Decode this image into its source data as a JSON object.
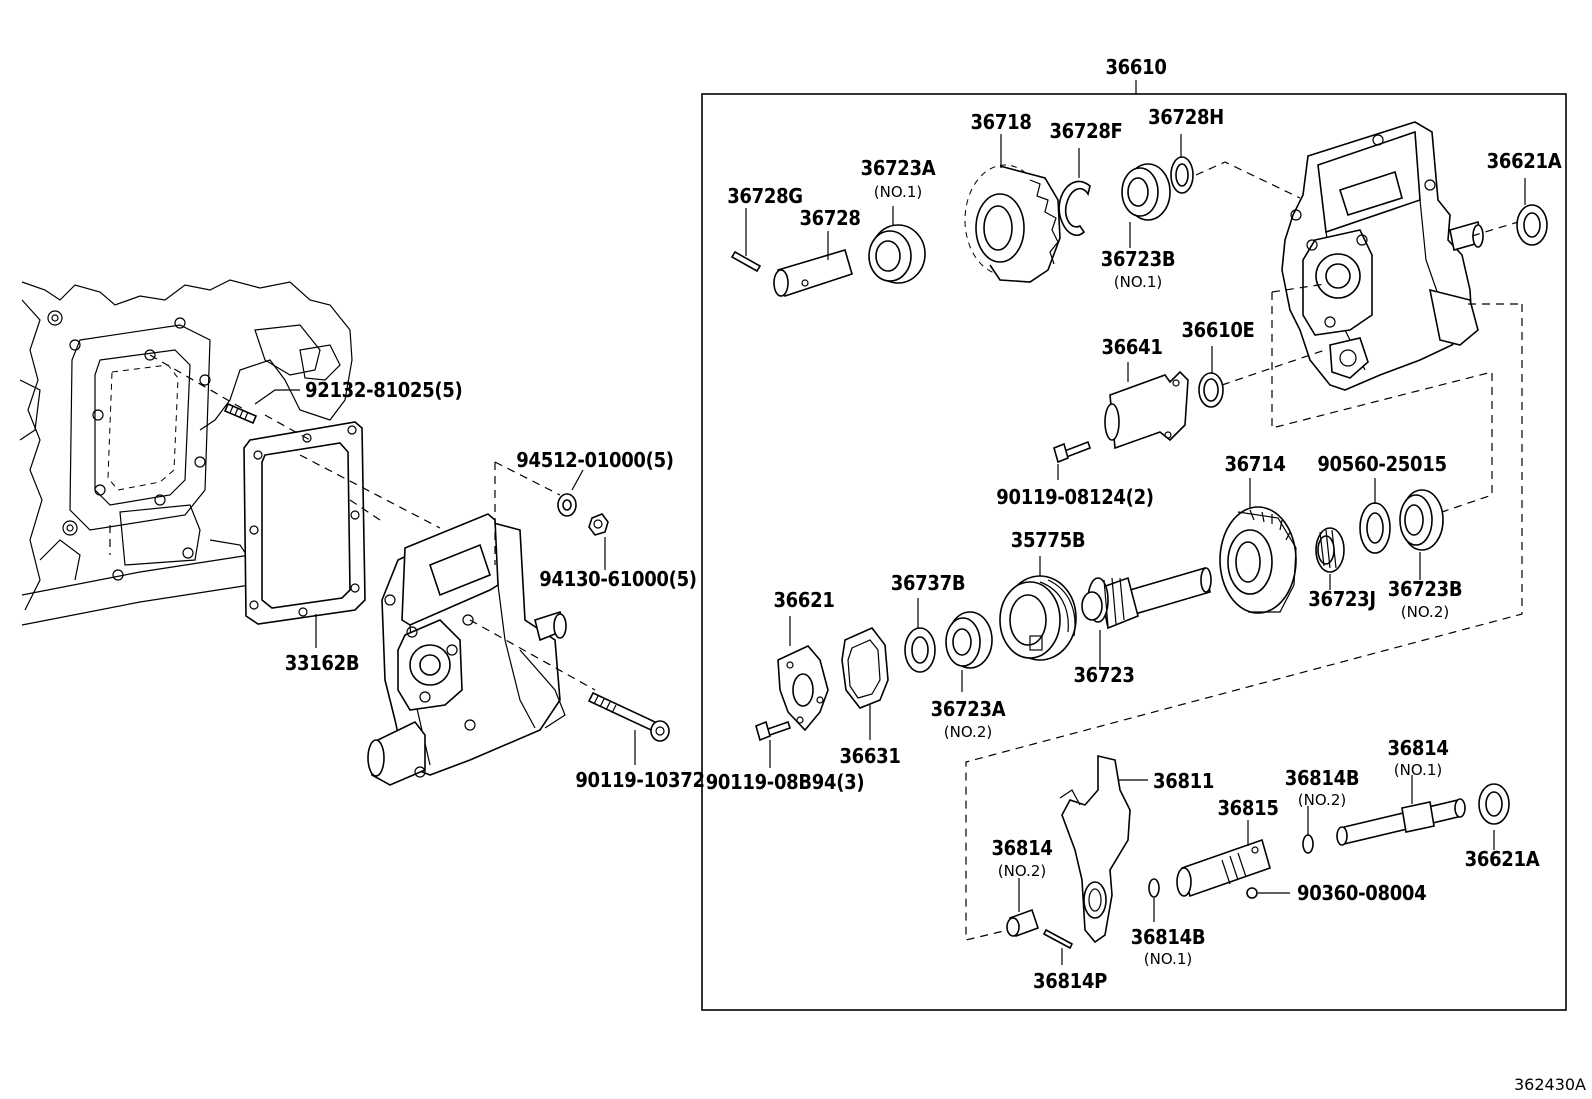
{
  "diagram": {
    "code": "362430A",
    "callouts": {
      "c36610": "36610",
      "c36718": "36718",
      "c36728F": "36728F",
      "c36728H": "36728H",
      "c36723A_top": "36723A",
      "c36723A_top_note": "(NO.1)",
      "c36728G": "36728G",
      "c36728": "36728",
      "c36723B_top": "36723B",
      "c36723B_top_note": "(NO.1)",
      "c36621A_top": "36621A",
      "c36641": "36641",
      "c36610E": "36610E",
      "c90119_08124": "90119-08124(2)",
      "c36714": "36714",
      "c90560_25015": "90560-25015",
      "c35775B": "35775B",
      "c36737B": "36737B",
      "c36621": "36621",
      "c36723J": "36723J",
      "c36723B_bot": "36723B",
      "c36723B_bot_note": "(NO.2)",
      "c36723": "36723",
      "c36723A_bot": "36723A",
      "c36723A_bot_note": "(NO.2)",
      "c36631": "36631",
      "c90119_08B94": "90119-08B94(3)",
      "c36811": "36811",
      "c36814_right": "36814",
      "c36814_right_note": "(NO.1)",
      "c36814B_top": "36814B",
      "c36814B_top_note": "(NO.2)",
      "c36815": "36815",
      "c36814_left": "36814",
      "c36814_left_note": "(NO.2)",
      "c36621A_bot": "36621A",
      "c90360_08004": "90360-08004",
      "c36814B_bot": "36814B",
      "c36814B_bot_note": "(NO.1)",
      "c36814P": "36814P",
      "c92132_81025": "92132-81025(5)",
      "c94512_01000": "94512-01000(5)",
      "c94130_61000": "94130-61000(5)",
      "c33162B": "33162B",
      "c90119_10372": "90119-10372"
    }
  }
}
